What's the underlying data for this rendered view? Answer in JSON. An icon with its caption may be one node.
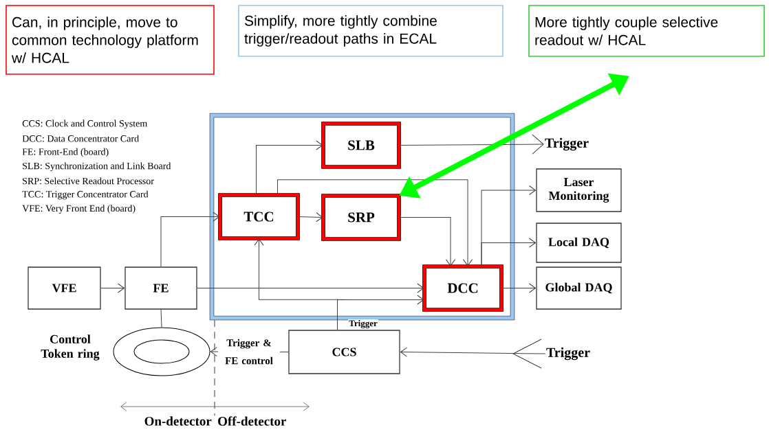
{
  "diagram": {
    "nodes": [
      {
        "text": [
          "Can, in principle, move to common technology platform w/ HCAL"
        ]
      },
      {
        "text": [
          "Simplify, more tightly combine trigger/readout paths in ECAL"
        ]
      },
      {
        "text": [
          "More tightly couple selective readout w/ HCAL"
        ]
      },
      {
        "text": [],
        "shape": "box"
      },
      {
        "text": [
          "SLB"
        ],
        "in": 3
      },
      {
        "text": [
          "TCC"
        ],
        "in": 3
      },
      {
        "text": [
          "SRP"
        ],
        "in": 3
      },
      {
        "text": [
          "DCC"
        ],
        "in": 3
      },
      {
        "text": [
          "Trigger"
        ]
      },
      {
        "text": [
          "Laser Monitoring"
        ]
      },
      {
        "text": [
          "Local DAQ"
        ]
      },
      {
        "text": [
          "Global DAQ"
        ]
      },
      {
        "text": [
          "VFE"
        ]
      },
      {
        "text": [
          "FE"
        ]
      },
      {
        "text": [],
        "shape": "ellipse",
        "beside": [
          "Control Token ring"
        ]
      },
      {
        "text": [
          "CCS"
        ]
      },
      {
        "text": [
          "Trigger"
        ]
      }
    ],
    "edges": [
      {
        "from": 5,
        "to": 4,
        "arrow": "to"
      },
      {
        "from": 5,
        "to": 6,
        "arrow": "to"
      },
      {
        "from": 5,
        "to": 7,
        "arrow": "to"
      },
      {
        "from": 6,
        "to": 7,
        "arrow": "to"
      },
      {
        "from": 4,
        "to": 8,
        "arrow": "to"
      },
      {
        "from": 7,
        "to": 9,
        "arrow": "to"
      },
      {
        "from": 7,
        "to": 10,
        "arrow": "to"
      },
      {
        "from": 7,
        "to": 11,
        "arrow": "to"
      },
      {
        "from": 12,
        "to": 13,
        "arrow": "to"
      },
      {
        "from": 13,
        "to": 5,
        "arrow": "to"
      },
      {
        "from": 13,
        "to": 7,
        "arrow": "to"
      },
      {
        "from": 15,
        "to": 5,
        "arrow": "to"
      },
      {
        "from": 15,
        "to": 7,
        "arrow": "to",
        "label": "Trigger"
      },
      {
        "from": 13,
        "to": 14,
        "arrow": "none"
      },
      {
        "from": 15,
        "to": 14,
        "arrow": "to",
        "label": "Trigger & FE control"
      },
      {
        "from": 16,
        "to": 15,
        "arrow": "to"
      },
      {
        "from": 2,
        "to": 6,
        "arrow": "both",
        "style": "thick",
        "color": "#00ff00"
      }
    ],
    "labels": [
      "CCS: Clock and Control System",
      "DCC: Data Concentrator Card",
      "FE: Front-End (board)",
      "SLB: Synchronization and Link Board",
      "SRP: Selective Readout Processor",
      "TCC: Trigger Concentrator Card",
      "VFE: Very Front End (board)",
      "On-detector",
      "Off-detector"
    ]
  }
}
